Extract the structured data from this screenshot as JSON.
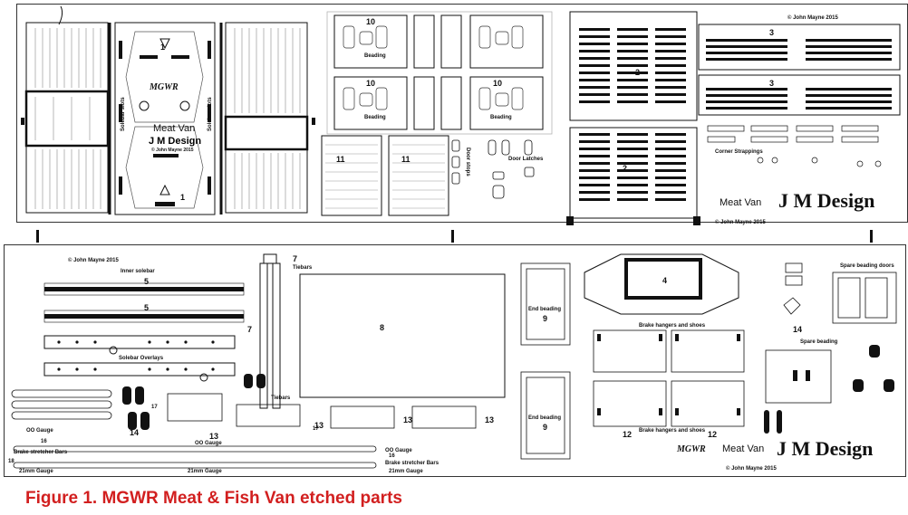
{
  "caption": "Figure 1. MGWR Meat & Fish Van etched parts",
  "top_sheet": {
    "left_body": {
      "part_1_top": "1",
      "part_1_bottom": "1",
      "mgwr": "MGWR",
      "meat_van": "Meat Van",
      "jm": "J M Design",
      "copyright": "© John Mayne 2015",
      "solebar_left": "Solebar slots",
      "solebar_right": "Solebar slots"
    },
    "beading_panels": {
      "num": "10",
      "label": "Beading"
    },
    "doors": {
      "num": "11"
    },
    "door_stops": "Door stops",
    "door_latches": "Door Latches",
    "floor": {
      "num": "2"
    },
    "ends": {
      "num": "3"
    },
    "corner_strappings": "Corner Strappings",
    "meat_van": "Meat Van",
    "jm": "J M Design",
    "copyright": "© John Mayne 2015"
  },
  "bottom_sheet": {
    "copyright_top": "© John Mayne 2015",
    "inner_solebar": "Inner solebar",
    "part_5": "5",
    "solebar_overlays": "Solebar Overlays",
    "part_7": "7",
    "tiebars_top": "Tiebars",
    "tiebars_bottom": "Tiebars",
    "part_8": "8",
    "end_beading": "End beading",
    "part_9": "9",
    "part_4": "4",
    "brake_hangers": "Brake hangers and shoes",
    "part_12": "12",
    "part_13": "13",
    "part_14": "14",
    "part_17": "17",
    "part_16": "16",
    "part_18": "18",
    "spare_doors": "Spare beading doors",
    "spare_beading": "Spare beading",
    "oo_gauge": "OO Gauge",
    "mm21_gauge": "21mm Gauge",
    "brake_stretcher": "Brake stretcher Bars",
    "mgwr": "MGWR",
    "meat_van": "Meat Van",
    "jm": "J M Design",
    "copyright_bottom": "© John Mayne 2015"
  },
  "colors": {
    "caption": "#d21f1f",
    "ink": "#111111"
  }
}
